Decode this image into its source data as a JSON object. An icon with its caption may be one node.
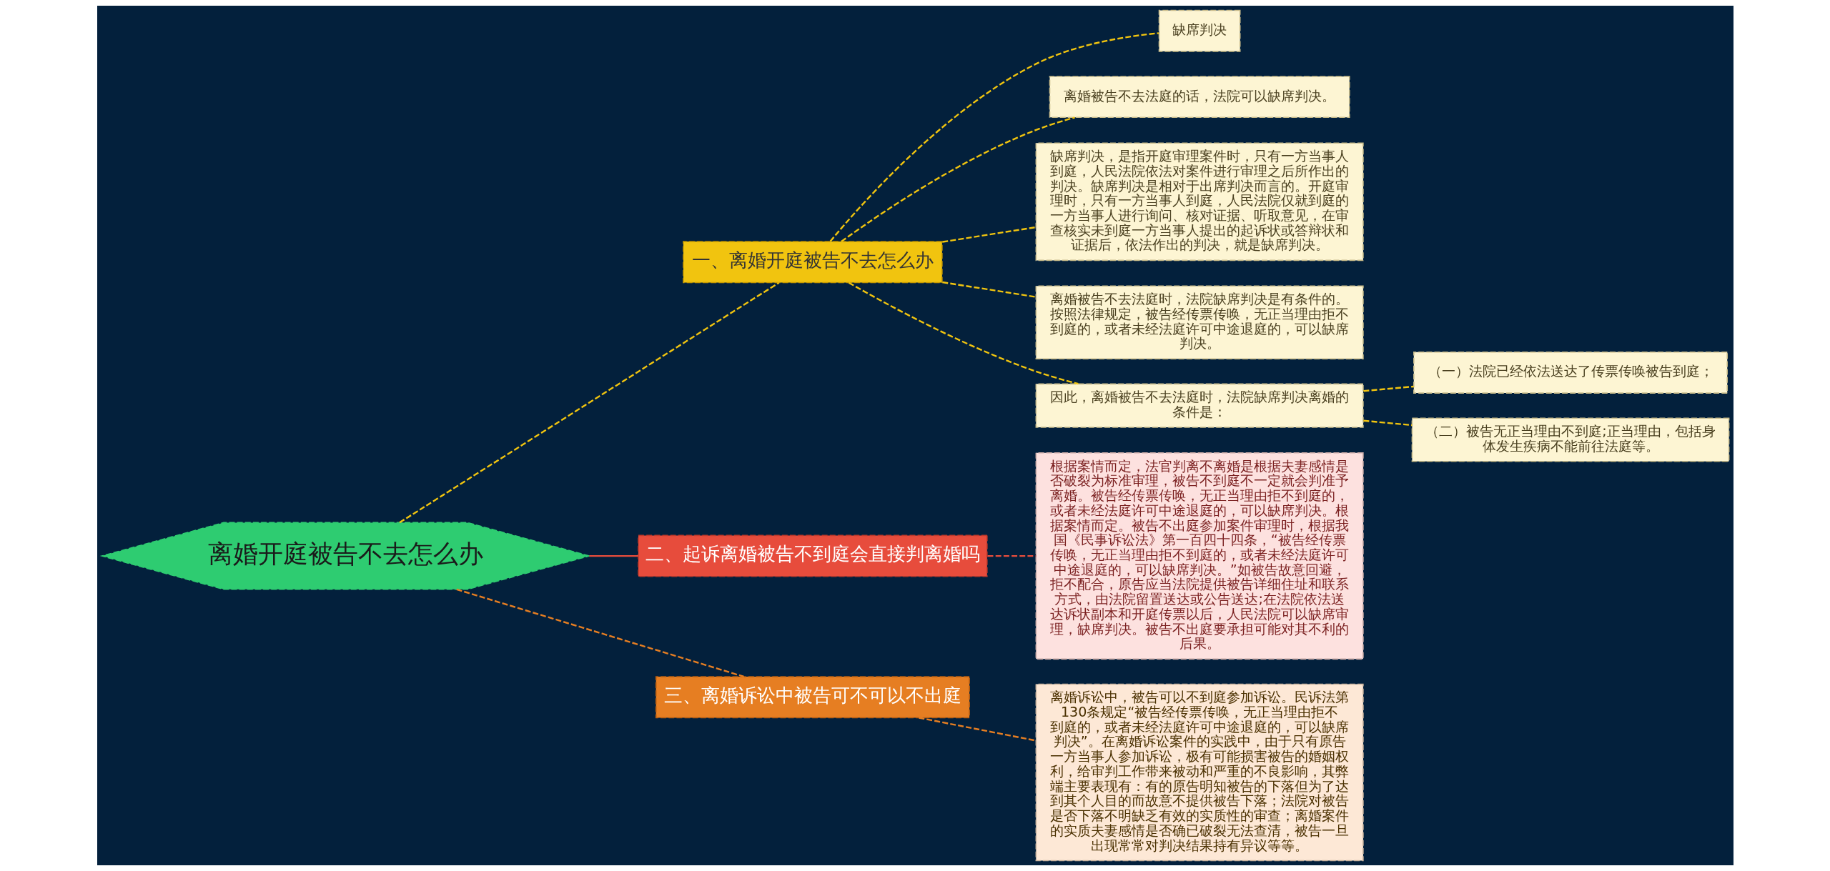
{
  "diagram": {
    "nodes": [
      {
        "text": [
          "离婚开庭被告不去怎么办"
        ]
      },
      {
        "text": [
          "一、离婚开庭被告不去怎么办"
        ]
      },
      {
        "text": [
          "缺席判决"
        ]
      },
      {
        "text": [
          "离婚被告不去法庭的话，法院可以缺席判决。"
        ]
      },
      {
        "text": [
          "缺席判决，是指开庭审理案件时，只有一方当事人到庭，人民法院依法对案件进行审理之后所作出的判决。缺席判决是相对于出席判决而言的。开庭审理时，只有一方当事人到庭，人民法院仅就到庭的一方当事人进行询问、核对证据、听取意见，在审查核实未到庭一方当事人提出的起诉状或答辩状和证据后，依法作出的判决，就是缺席判决。"
        ]
      },
      {
        "text": [
          "离婚被告不去法庭时，法院缺席判决是有条件的。按照法律规定，被告经传票传唤，无正当理由拒不到庭的，或者未经法庭许可中途退庭的，可以缺席判决。"
        ]
      },
      {
        "text": [
          "因此，离婚被告不去法庭时，法院缺席判决离婚的条件是："
        ]
      },
      {
        "text": [
          "（一）法院已经依法送达了传票传唤被告到庭；"
        ]
      },
      {
        "text": [
          "（二）被告无正当理由不到庭;正当理由，包括身体发生疾病不能前往法庭等。"
        ]
      },
      {
        "text": [
          "二、起诉离婚被告不到庭会直接判离婚吗"
        ]
      },
      {
        "text": [
          "根据案情而定，法官判离不离婚是根据夫妻感情是否破裂为标准审理，被告不到庭不一定就会判准予离婚。被告经传票传唤，无正当理由拒不到庭的，或者未经法庭许可中途退庭的，可以缺席判决。根据案情而定。被告不出庭参加案件审理时，根据我国《民事诉讼法》第一百四十四条，“被告经传票传唤，无正当理由拒不到庭的，或者未经法庭许可中途退庭的，可以缺席判决。”如被告故意回避，拒不配合，原告应当法院提供被告详细住址和联系方式，由法院留置送达或公告送达;在法院依法送达诉状副本和开庭传票以后，人民法院可以缺席审理，缺席判决。被告不出庭要承担可能对其不利的后果。"
        ]
      },
      {
        "text": [
          "三、离婚诉讼中被告可不可以不出庭"
        ]
      },
      {
        "text": [
          "离婚诉讼中，被告可以不到庭参加诉讼。民诉法第130条规定“被告经传票传唤，无正当理由拒不到庭的，或者未经法庭许可中途退庭的，可以缺席判决”。在离婚诉讼案件的实践中，由于只有原告一方当事人参加诉讼，极有可能损害被告的婚姻权利，给审判工作带来被动和严重的不良影响，其弊端主要表现有：有的原告明知被告的下落但为了达到其个人目的而故意不提供被告下落；法院对被告是否下落不明缺乏有效的实质性的审查；离婚案件的实质夫妻感情是否确已破裂无法查清，被告一旦出现常常对判决结果持有异议等等。"
        ]
      }
    ],
    "edges": [
      {
        "from": 0,
        "to": 1,
        "arrow": "none",
        "style": "dashed"
      },
      {
        "from": 1,
        "to": 2,
        "arrow": "none",
        "style": "dashed"
      },
      {
        "from": 1,
        "to": 3,
        "arrow": "none",
        "style": "dashed"
      },
      {
        "from": 1,
        "to": 4,
        "arrow": "none",
        "style": "dashed"
      },
      {
        "from": 1,
        "to": 5,
        "arrow": "none",
        "style": "dashed"
      },
      {
        "from": 1,
        "to": 6,
        "arrow": "none",
        "style": "dashed"
      },
      {
        "from": 6,
        "to": 7,
        "arrow": "none",
        "style": "dashed"
      },
      {
        "from": 6,
        "to": 8,
        "arrow": "none",
        "style": "dashed"
      },
      {
        "from": 0,
        "to": 9,
        "arrow": "none",
        "color": "#e74c3c"
      },
      {
        "from": 9,
        "to": 10,
        "arrow": "none",
        "style": "dashed",
        "color": "#e74c3c"
      },
      {
        "from": 0,
        "to": 11,
        "arrow": "none",
        "style": "dashed",
        "color": "#e67e22"
      },
      {
        "from": 11,
        "to": 12,
        "arrow": "none",
        "style": "dashed",
        "color": "#e67e22"
      }
    ]
  }
}
